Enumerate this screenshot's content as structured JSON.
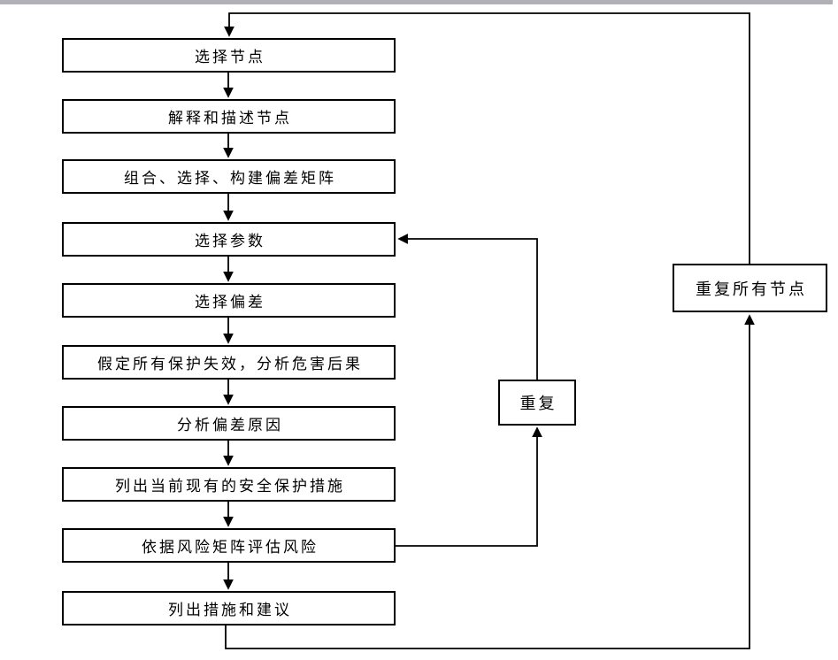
{
  "page": {
    "background_color": "#ffffff",
    "topbar_color": "#b0b0b6",
    "line_color": "#000000"
  },
  "flowchart": {
    "steps": [
      {
        "id": "select-node",
        "label": "选择节点"
      },
      {
        "id": "explain-describe-node",
        "label": "解释和描述节点"
      },
      {
        "id": "build-deviation-matrix",
        "label": "组合、选择、构建偏差矩阵"
      },
      {
        "id": "select-parameter",
        "label": "选择参数"
      },
      {
        "id": "select-deviation",
        "label": "选择偏差"
      },
      {
        "id": "assume-safeguards-fail",
        "label": "假定所有保护失效，分析危害后果"
      },
      {
        "id": "analyze-deviation-causes",
        "label": "分析偏差原因"
      },
      {
        "id": "list-existing-safeguards",
        "label": "列出当前现有的安全保护措施"
      },
      {
        "id": "assess-risk-by-matrix",
        "label": "依据风险矩阵评估风险"
      },
      {
        "id": "list-measures-suggestions",
        "label": "列出措施和建议"
      }
    ],
    "loops": [
      {
        "id": "repeat",
        "label": "重复"
      },
      {
        "id": "repeat-all-nodes",
        "label": "重复所有节点"
      }
    ]
  }
}
